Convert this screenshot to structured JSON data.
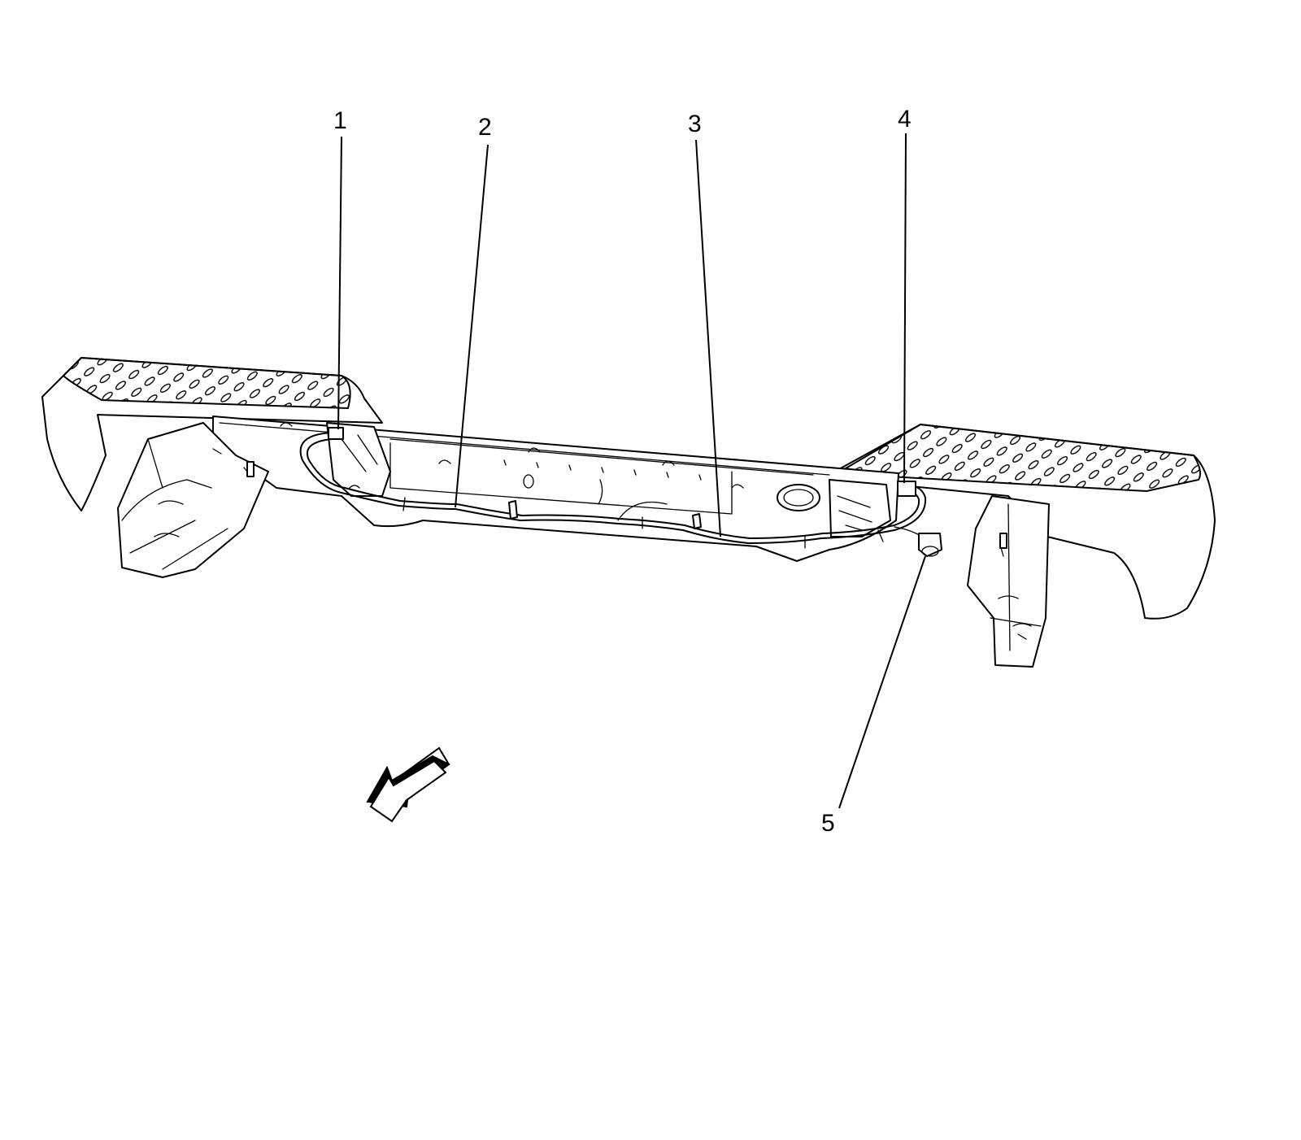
{
  "callouts": [
    {
      "id": "1",
      "label": "1"
    },
    {
      "id": "2",
      "label": "2"
    },
    {
      "id": "3",
      "label": "3"
    },
    {
      "id": "4",
      "label": "4"
    },
    {
      "id": "5",
      "label": "5"
    }
  ],
  "icons": {
    "direction_arrow": "front-direction-arrow-icon",
    "bumper": "rear-bumper-illustration"
  },
  "colors": {
    "stroke": "#000000",
    "background": "#ffffff"
  }
}
